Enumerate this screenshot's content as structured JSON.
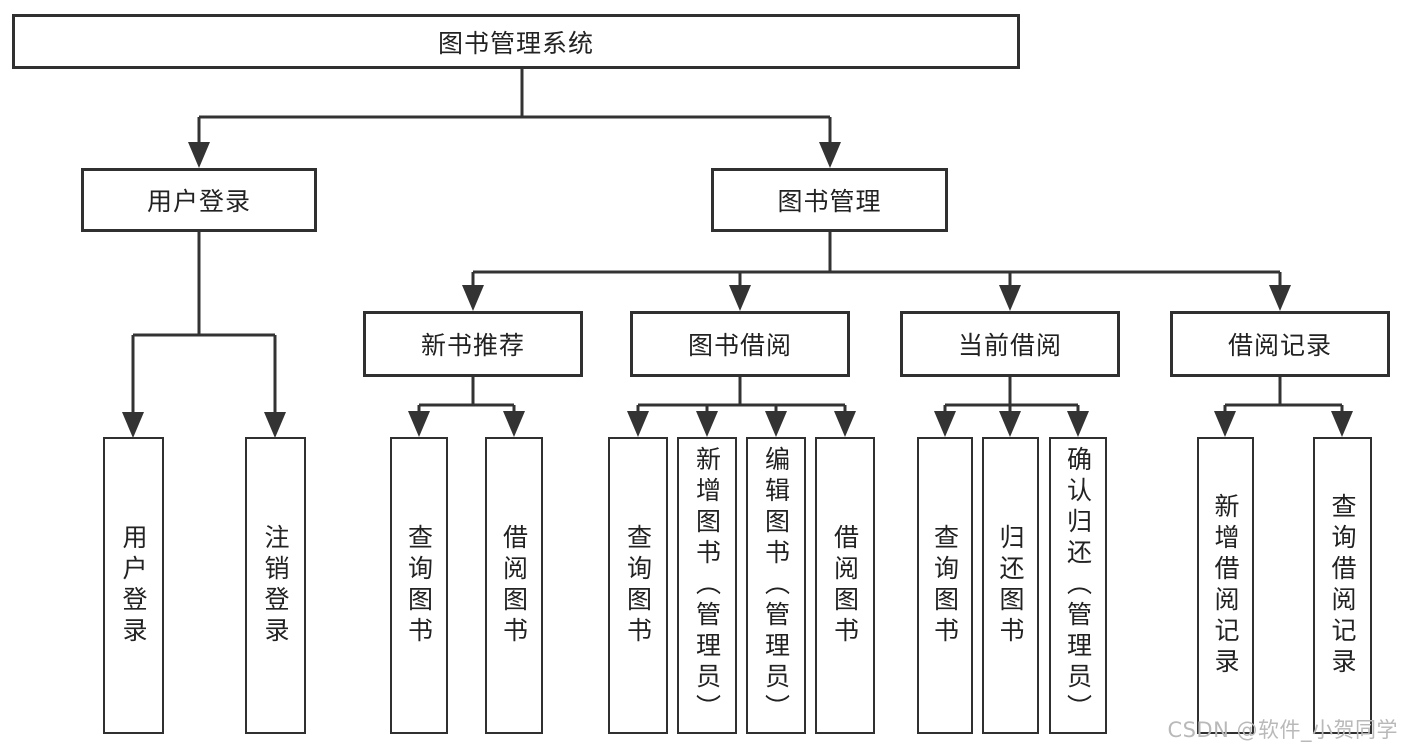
{
  "diagram": {
    "title": "图书管理系统",
    "level2": {
      "user_login": "用户登录",
      "book_mgmt": "图书管理"
    },
    "level3": {
      "new_books": "新书推荐",
      "book_borrow": "图书借阅",
      "current_borrow": "当前借阅",
      "borrow_records": "借阅记录"
    },
    "leaves": {
      "user_login": [
        "用户登录",
        "注销登录"
      ],
      "new_books": [
        "查询图书",
        "借阅图书"
      ],
      "book_borrow": [
        "查询图书",
        "新增图书（管理员）",
        "编辑图书（管理员）",
        "借阅图书"
      ],
      "current_borrow": [
        "查询图书",
        "归还图书",
        "确认归还（管理员）"
      ],
      "borrow_records": [
        "新增借阅记录",
        "查询借阅记录"
      ]
    }
  },
  "watermark": {
    "text": "CSDN @软件_小贺同学"
  },
  "colors": {
    "line": "#333333",
    "border": "#303030",
    "text": "#222222",
    "watermark": "#b9b9b9",
    "background": "#ffffff"
  }
}
